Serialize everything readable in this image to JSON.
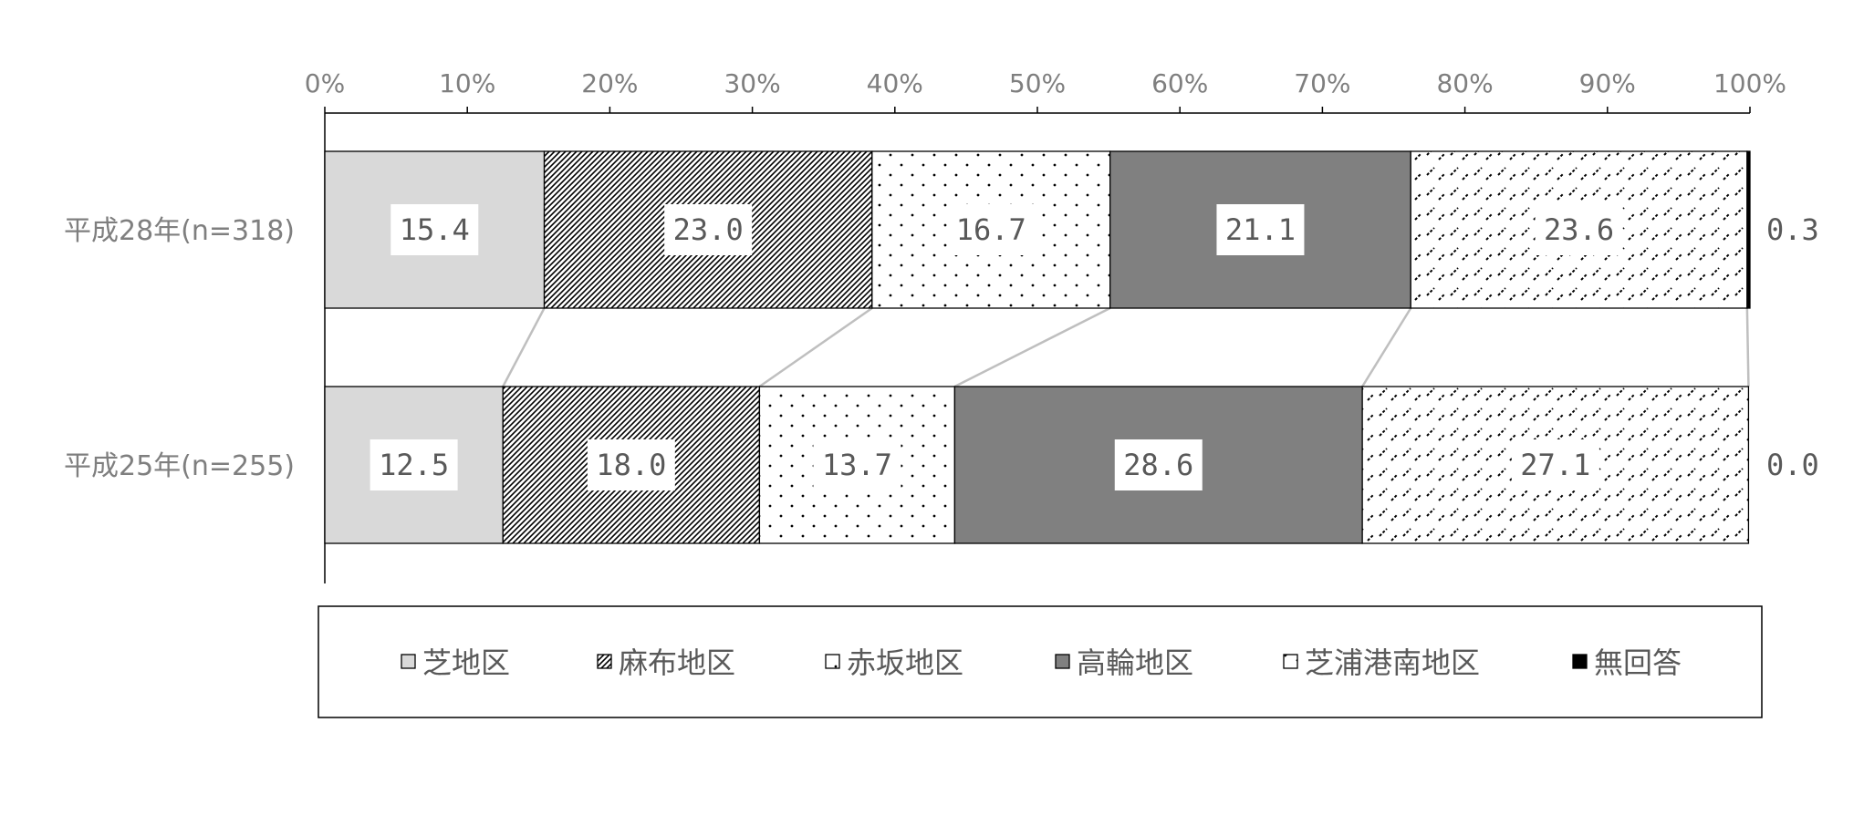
{
  "chart_data": {
    "type": "bar",
    "orientation": "horizontal",
    "stacked": "percent",
    "categories": [
      "平成28年(n=318)",
      "平成25年(n=255)"
    ],
    "series": [
      {
        "name": "芝地区",
        "values": [
          15.4,
          12.5
        ],
        "color": "#d9d9d9",
        "pattern": "solid"
      },
      {
        "name": "麻布地区",
        "values": [
          23.0,
          18.0
        ],
        "color": "#ffffff",
        "pattern": "diagonal-dense"
      },
      {
        "name": "赤坂地区",
        "values": [
          16.7,
          13.7
        ],
        "color": "#ffffff",
        "pattern": "dots"
      },
      {
        "name": "高輪地区",
        "values": [
          21.1,
          28.6
        ],
        "color": "#808080",
        "pattern": "solid"
      },
      {
        "name": "芝浦港南地区",
        "values": [
          23.6,
          27.1
        ],
        "color": "#ffffff",
        "pattern": "dashes"
      },
      {
        "name": "無回答",
        "values": [
          0.3,
          0.0
        ],
        "color": "#000000",
        "pattern": "solid"
      }
    ],
    "data_labels": [
      [
        "15.4",
        "23.0",
        "16.7",
        "21.1",
        "23.6",
        "0.3"
      ],
      [
        "12.5",
        "18.0",
        "13.7",
        "28.6",
        "27.1",
        "0.0"
      ]
    ],
    "xlim": [
      0,
      100
    ],
    "x_ticks": [
      "0%",
      "10%",
      "20%",
      "30%",
      "40%",
      "50%",
      "60%",
      "70%",
      "80%",
      "90%",
      "100%"
    ],
    "series_lines": true,
    "legend_position": "bottom",
    "title": "",
    "xlabel": "",
    "ylabel": ""
  }
}
